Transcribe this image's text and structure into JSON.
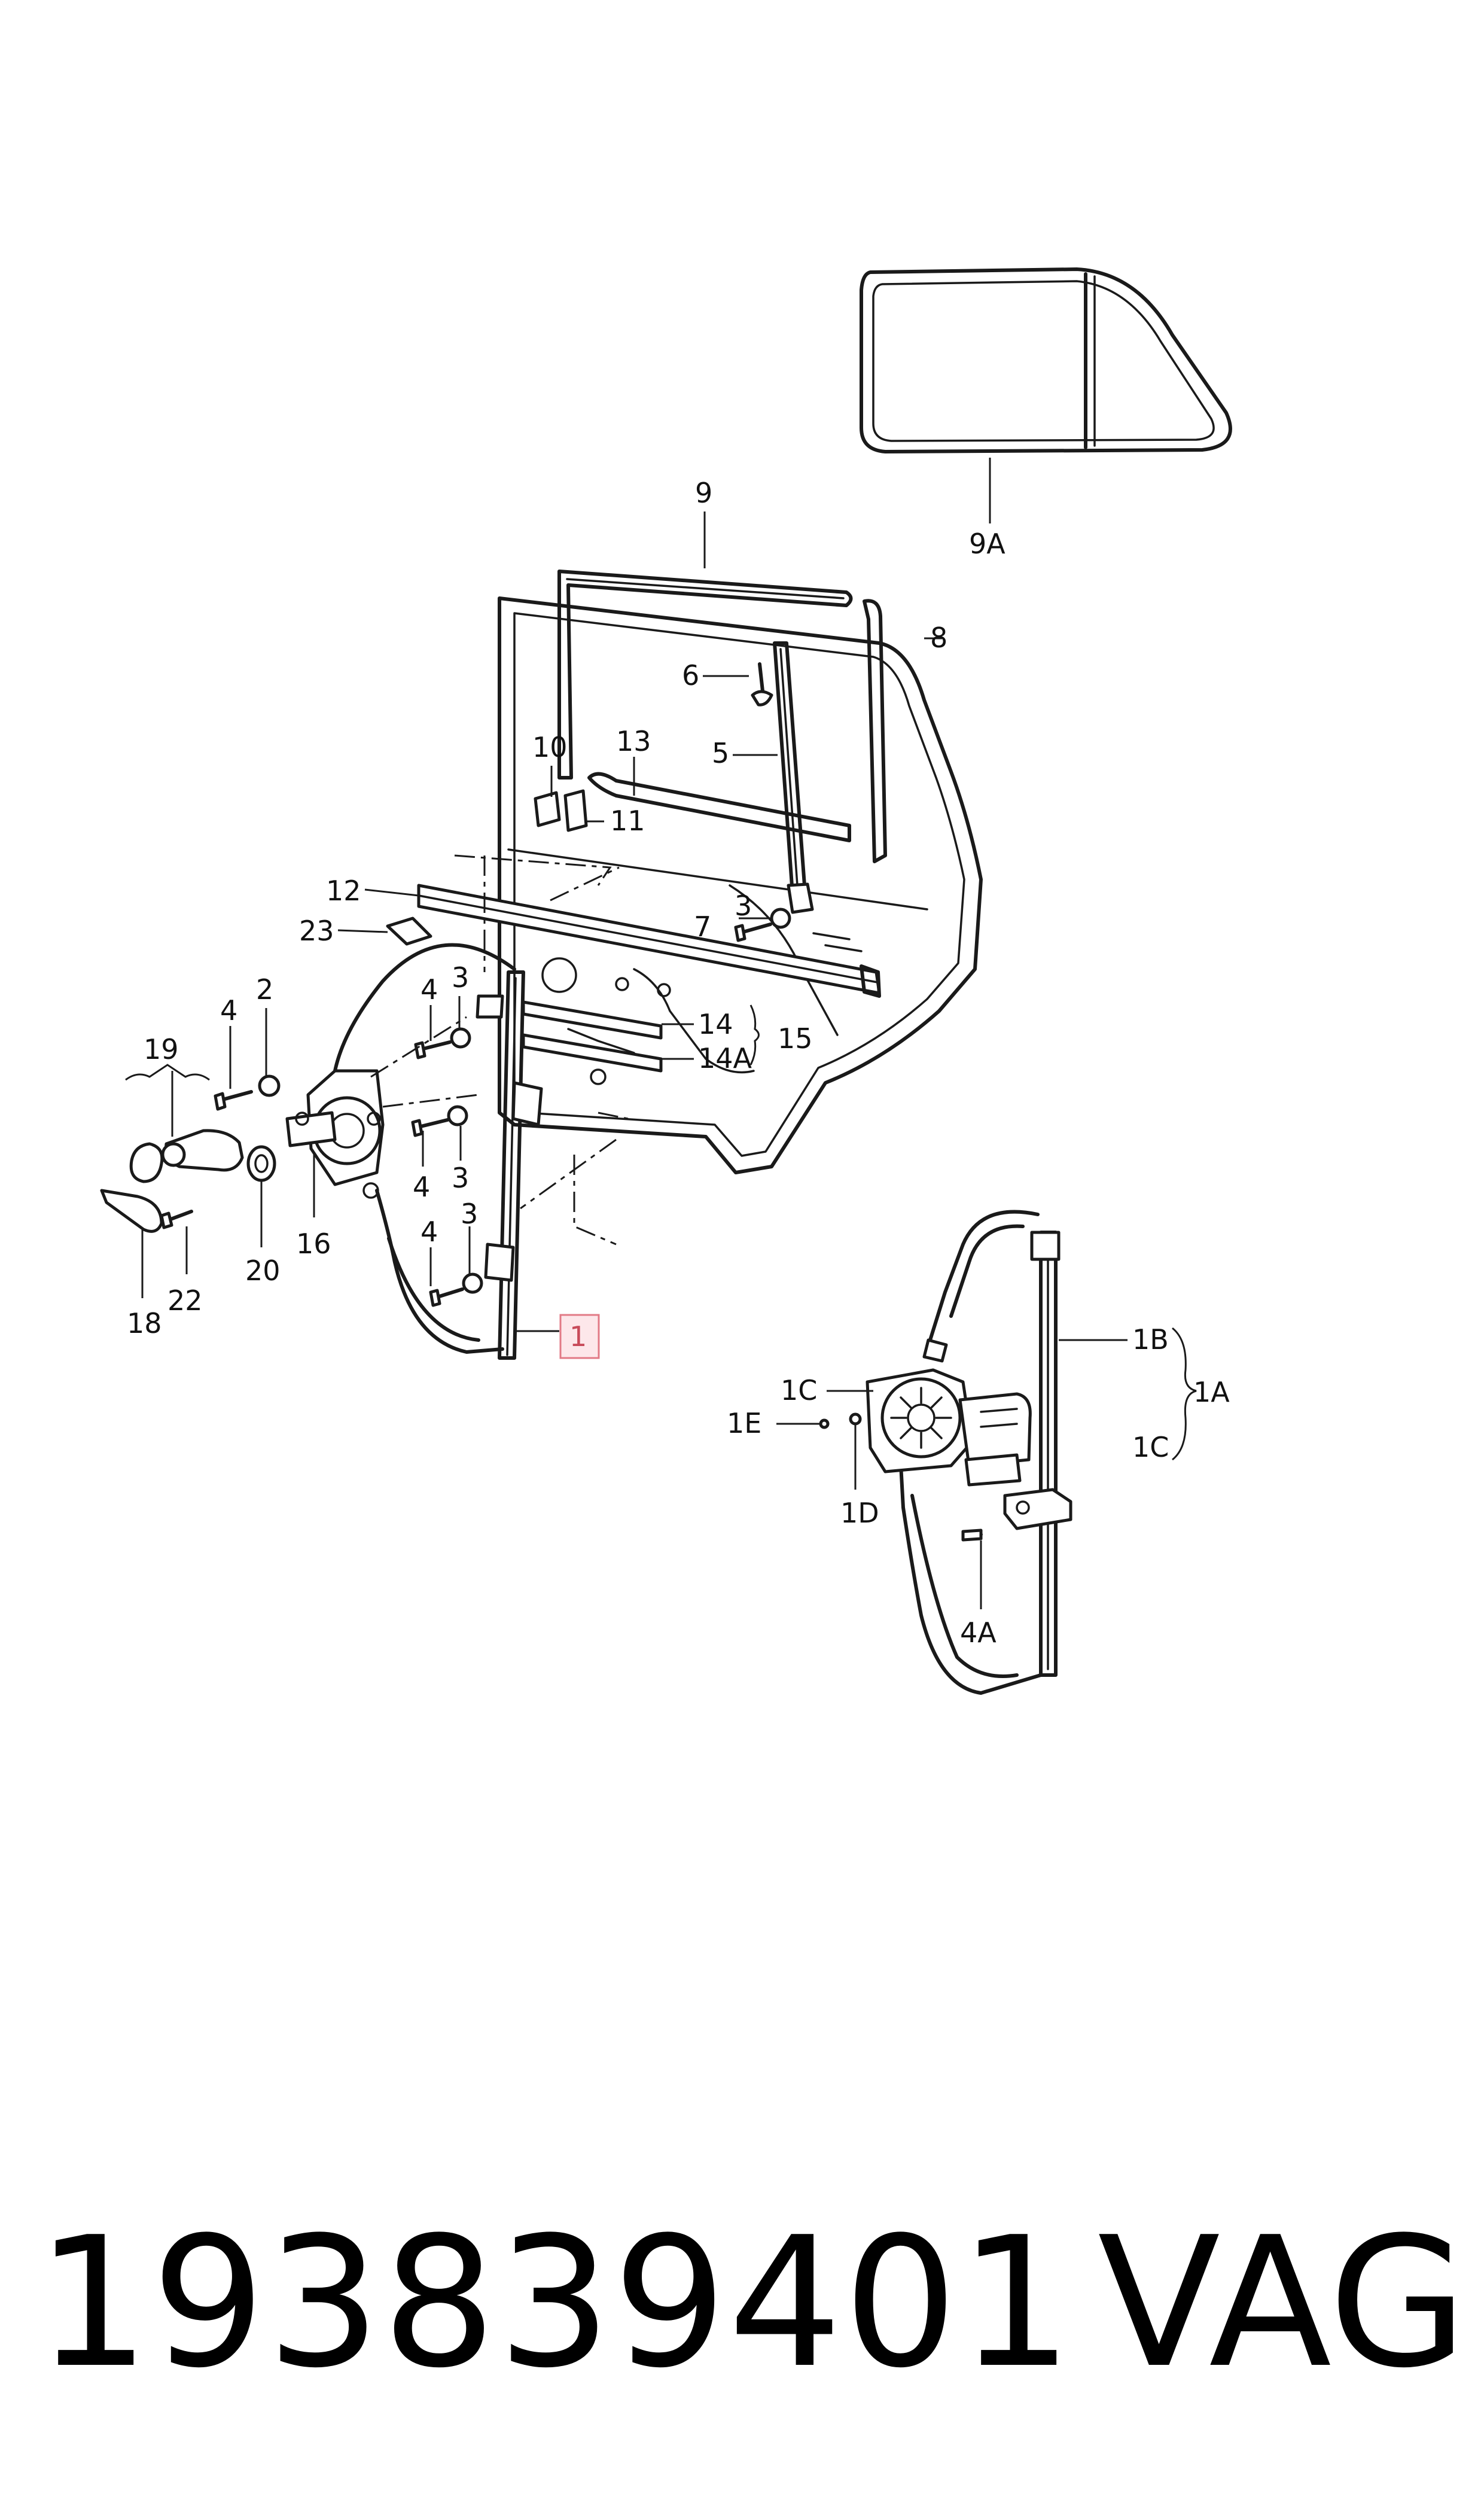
{
  "diagram": {
    "callouts": {
      "c1": "1",
      "c1A": "1A",
      "c1B": "1B",
      "c1C_motor": "1C",
      "c1C_bracket": "1C",
      "c1D": "1D",
      "c1E": "1E",
      "c2": "2",
      "c3a": "3",
      "c3b": "3",
      "c3c": "3",
      "c3d": "3",
      "c4a": "4",
      "c4b": "4",
      "c4c": "4",
      "c4d": "4",
      "c4A": "4A",
      "c5": "5",
      "c6": "6",
      "c7": "7",
      "c8": "8",
      "c9": "9",
      "c9A": "9A",
      "c10": "10",
      "c11": "11",
      "c12": "12",
      "c13": "13",
      "c14": "14",
      "c14A": "14A",
      "c15": "15",
      "c16": "16",
      "c18": "18",
      "c19": "19",
      "c20": "20",
      "c22": "22",
      "c23": "23"
    },
    "highlight_color": "#e27a86"
  },
  "footer": {
    "part_number": "193839401",
    "brand": "VAG"
  }
}
